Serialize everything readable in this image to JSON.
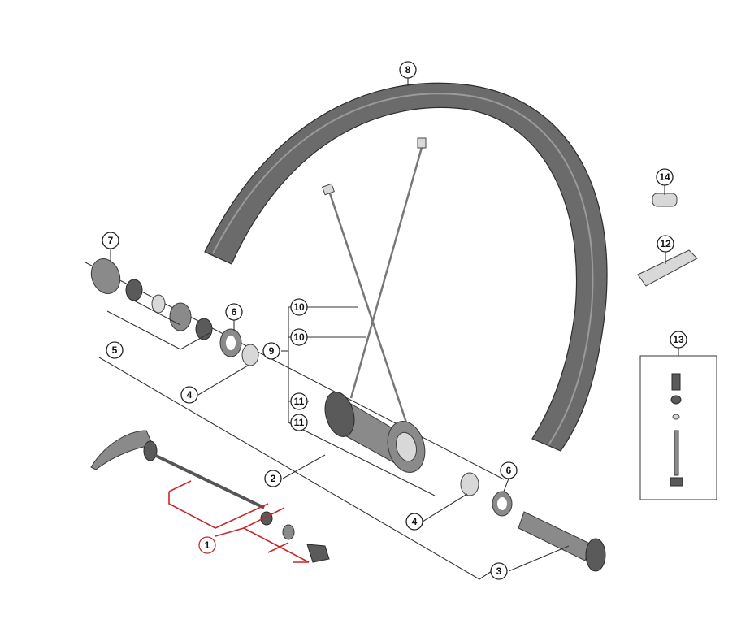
{
  "diagram": {
    "title": "Wheel exploded parts diagram",
    "callouts": [
      "1",
      "2",
      "3",
      "4",
      "4",
      "5",
      "6",
      "6",
      "7",
      "8",
      "9",
      "10",
      "10",
      "11",
      "11",
      "12",
      "13",
      "14"
    ],
    "highlight_color": "#c8262b"
  }
}
